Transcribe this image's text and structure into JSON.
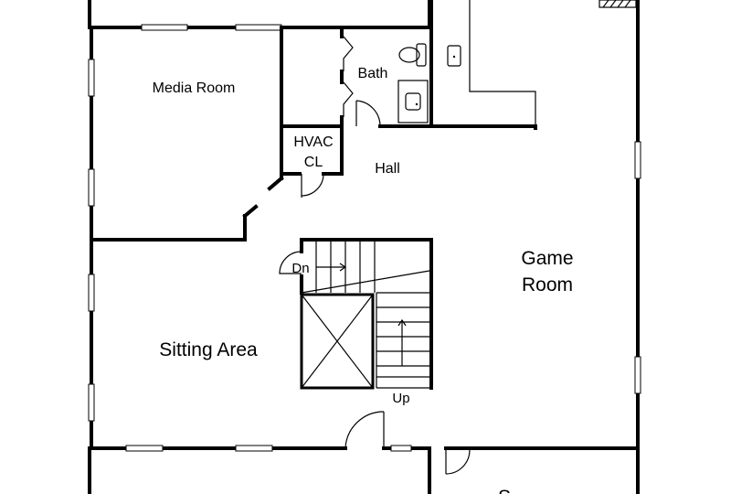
{
  "rooms": {
    "media_room": "Media Room",
    "bath": "Bath",
    "hvac_line1": "HVAC",
    "hvac_line2": "CL",
    "hall": "Hall",
    "game_room_line1": "Game",
    "game_room_line2": "Room",
    "sitting_area": "Sitting Area"
  },
  "stairs": {
    "down": "Dn",
    "up": "Up"
  },
  "partial_label": "S"
}
